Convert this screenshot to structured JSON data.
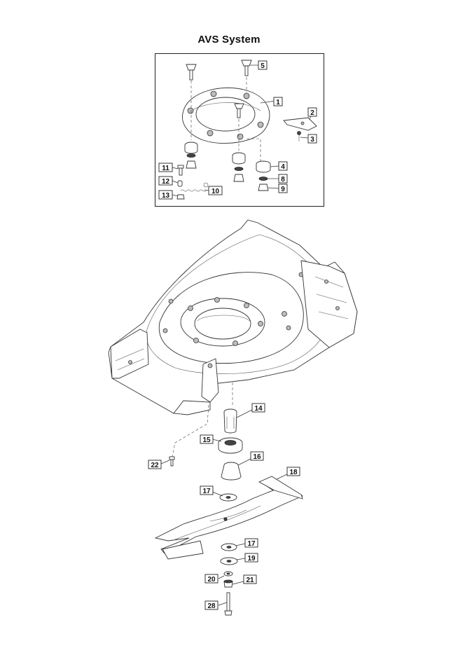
{
  "title": "AVS System",
  "callouts": {
    "c1": "1",
    "c2": "2",
    "c3": "3",
    "c4": "4",
    "c5": "5",
    "c8": "8",
    "c9": "9",
    "c10": "10",
    "c11": "11",
    "c12": "12",
    "c13": "13",
    "c14": "14",
    "c15": "15",
    "c16": "16",
    "c17a": "17",
    "c17b": "17",
    "c18": "18",
    "c19": "19",
    "c20": "20",
    "c21": "21",
    "c22": "22",
    "c28": "28"
  }
}
